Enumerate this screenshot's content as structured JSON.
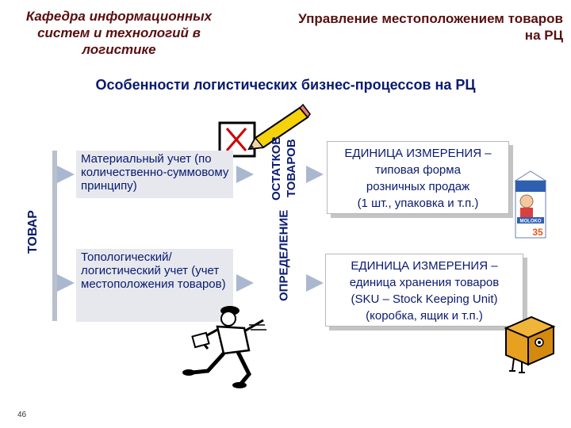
{
  "header": {
    "department": "Кафедра информационных систем и технологий в логистике",
    "topic": "Управление местоположением товаров на РЦ"
  },
  "section_title": "Особенности логистических бизнес-процессов на РЦ",
  "left_label": "ТОВАР",
  "boxes": [
    "Материальный учет (по количественно-суммовому принципу)",
    "Топологический/ логистический учет (учет местоположения товаров)"
  ],
  "vertical_bar": {
    "line1": "ОПРЕДЕЛЕНИЕ",
    "line2": "ОСТАТКОВ ТОВАРОВ"
  },
  "unit_boxes": [
    {
      "title": "ЕДИНИЦА ИЗМЕРЕНИЯ –",
      "lines": [
        "типовая форма",
        "розничных продаж",
        "(1 шт., упаковка и т.п.)"
      ]
    },
    {
      "title": "ЕДИНИЦА ИЗМЕРЕНИЯ –",
      "lines": [
        "единица хранения товаров",
        "(SKU – Stock Keeping Unit)",
        "(коробка, ящик и т.п.)"
      ]
    }
  ],
  "product_label": {
    "brand": "MOLOKO",
    "price": "35"
  },
  "page_number": "46",
  "colors": {
    "header": "#5a0f0f",
    "title": "#0a1a6e",
    "box_fill": "#e6e8ee",
    "arrow": "#a9b8d0"
  },
  "icons": [
    "checkbox-x-icon",
    "pencil-icon",
    "courier-icon",
    "milk-carton-icon",
    "box-icon"
  ]
}
